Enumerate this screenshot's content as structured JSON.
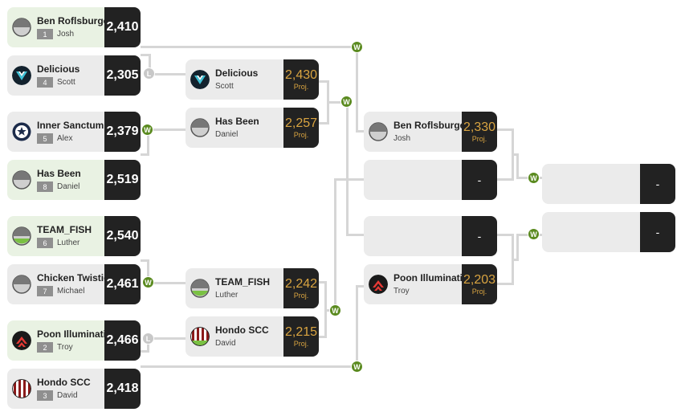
{
  "round1": [
    {
      "team": "Ben Roflsburgers",
      "seed": "1",
      "owner": "Josh",
      "score": "2,410",
      "result": "win",
      "logo": "gray-logo"
    },
    {
      "team": "Delicious",
      "seed": "4",
      "owner": "Scott",
      "score": "2,305",
      "result": "lose",
      "logo": "delicious-logo"
    },
    {
      "team": "Inner Sanctum",
      "seed": "5",
      "owner": "Alex",
      "score": "2,379",
      "result": "lose",
      "logo": "star-logo"
    },
    {
      "team": "Has Been",
      "seed": "8",
      "owner": "Daniel",
      "score": "2,519",
      "result": "win",
      "logo": "gray-logo"
    },
    {
      "team": "TEAM_FISH",
      "seed": "6",
      "owner": "Luther",
      "score": "2,540",
      "result": "win",
      "logo": "gray-green-logo"
    },
    {
      "team": "Chicken Twisties",
      "seed": "7",
      "owner": "Michael",
      "score": "2,461",
      "result": "lose",
      "logo": "gray-logo"
    },
    {
      "team": "Poon Illuminati",
      "seed": "2",
      "owner": "Troy",
      "score": "2,466",
      "result": "win",
      "logo": "red-chevron-logo"
    },
    {
      "team": "Hondo SCC",
      "seed": "3",
      "owner": "David",
      "score": "2,418",
      "result": "lose",
      "logo": "stripe-logo"
    }
  ],
  "round2": [
    {
      "team": "Delicious",
      "owner": "Scott",
      "score": "2,430",
      "proj": "Proj.",
      "logo": "delicious-logo"
    },
    {
      "team": "Has Been",
      "owner": "Daniel",
      "score": "2,257",
      "proj": "Proj.",
      "logo": "gray-logo"
    },
    {
      "team": "TEAM_FISH",
      "owner": "Luther",
      "score": "2,242",
      "proj": "Proj.",
      "logo": "gray-green-logo"
    },
    {
      "team": "Hondo SCC",
      "owner": "David",
      "score": "2,215",
      "proj": "Proj.",
      "logo": "stripe-logo"
    }
  ],
  "round3": [
    {
      "team": "Ben Roflsburgers",
      "owner": "Josh",
      "score": "2,330",
      "proj": "Proj.",
      "logo": "gray-logo"
    },
    {
      "team": "",
      "owner": "",
      "score": "-",
      "proj": "",
      "logo": ""
    },
    {
      "team": "",
      "owner": "",
      "score": "-",
      "proj": "",
      "logo": ""
    },
    {
      "team": "Poon Illuminati",
      "owner": "Troy",
      "score": "2,203",
      "proj": "Proj.",
      "logo": "red-chevron-logo"
    }
  ],
  "final": [
    {
      "team": "",
      "owner": "",
      "score": "-"
    },
    {
      "team": "",
      "owner": "",
      "score": "-"
    }
  ],
  "badges": {
    "win": "W",
    "loss": "L"
  },
  "colors": {
    "win_bg": "#e9f2e3",
    "card_bg": "#ebebeb",
    "score_bg": "#222222",
    "proj_text": "#d9a441",
    "win_badge": "#5a8a1f",
    "loss_badge": "#c8c8c8",
    "connector": "#d6d6d6"
  }
}
